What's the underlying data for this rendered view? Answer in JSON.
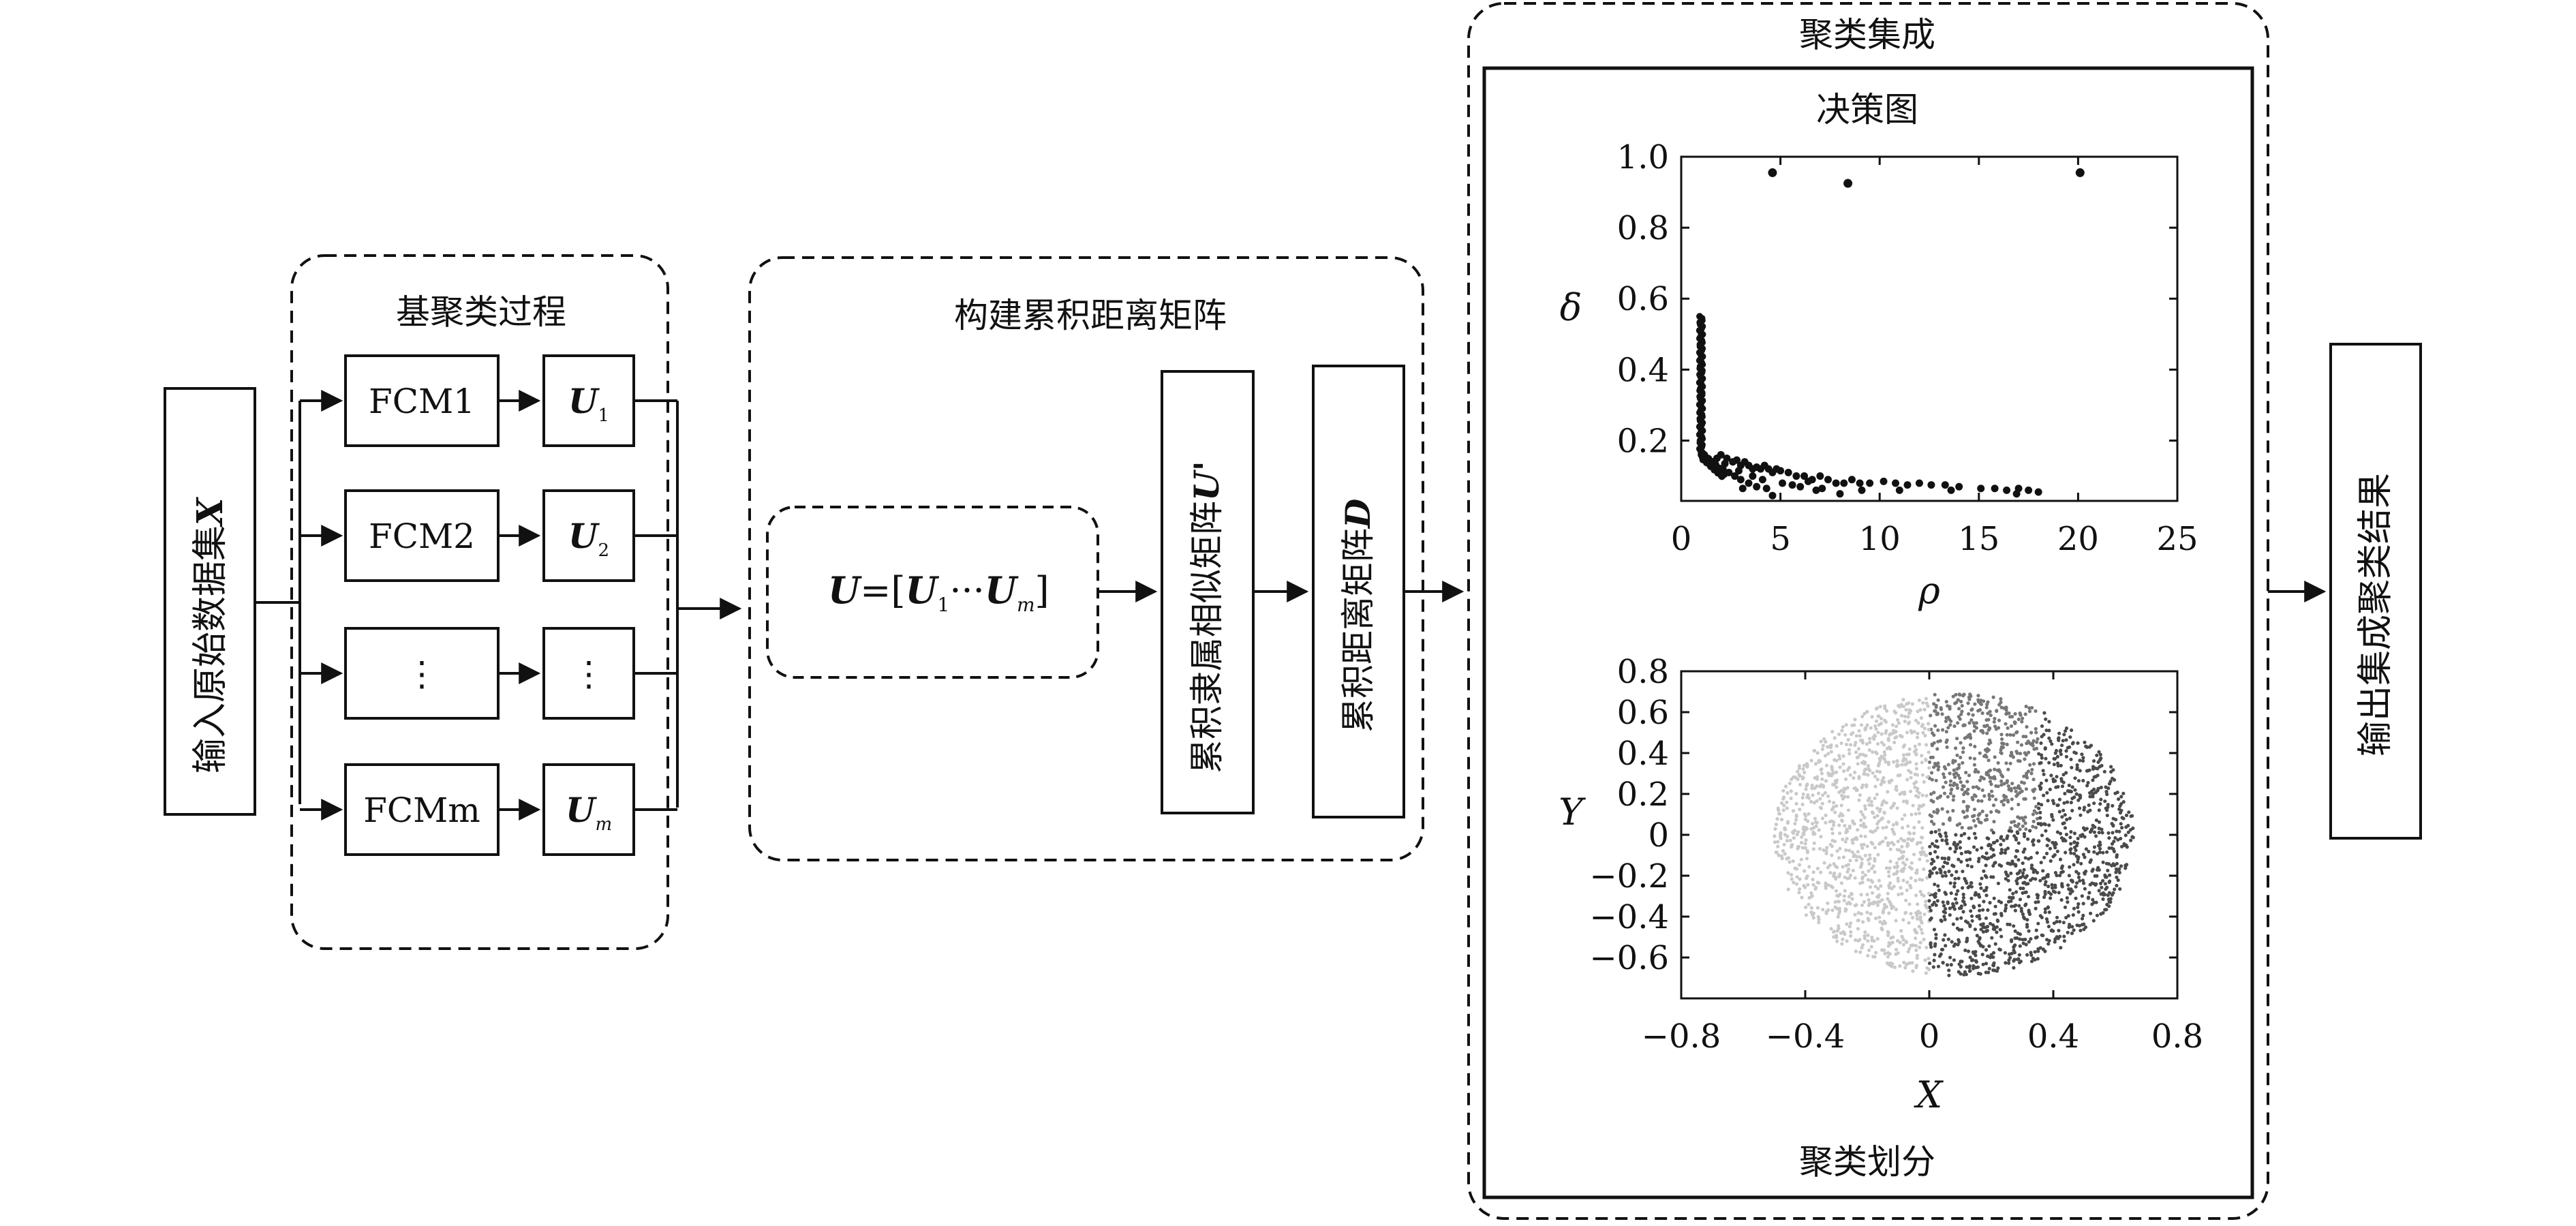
{
  "input_label": "输入原始数据集",
  "input_symbol": "X",
  "base_clustering": {
    "title": "基聚类过程",
    "rows": [
      {
        "fcm": "FCM1",
        "u": "U",
        "sub": "1"
      },
      {
        "fcm": "FCM2",
        "u": "U",
        "sub": "2"
      },
      {
        "fcm": "⋮",
        "u": "⋮",
        "sub": ""
      },
      {
        "fcm": "FCMm",
        "u": "U",
        "sub": "m"
      }
    ]
  },
  "cumulative": {
    "title": "构建累积距离矩阵",
    "formula": {
      "lhs": "U",
      "eq": "=[",
      "u1": "U",
      "s1": "1",
      "dots": "···",
      "um": "U",
      "sm": "m",
      "close": "]"
    },
    "membership_label": "累积隶属相似矩阵",
    "membership_symbol": "U'",
    "distance_label": "累积距离矩阵",
    "distance_symbol": "D"
  },
  "ensemble": {
    "title": "聚类集成",
    "decision_title": "决策图",
    "partition_title": "聚类划分"
  },
  "output_label": "输出集成聚类结果",
  "chart_data": [
    {
      "type": "scatter",
      "title": "决策图",
      "xlabel": "ρ",
      "ylabel": "δ",
      "xlim": [
        0,
        25
      ],
      "ylim": [
        0.03,
        1.0
      ],
      "xticks": [
        "0",
        "5",
        "10",
        "15",
        "20",
        "25"
      ],
      "yticks": [
        "0.2",
        "0.4",
        "0.6",
        "0.8",
        "1.0"
      ],
      "xtick_values": [
        0,
        5,
        10,
        15,
        20,
        25
      ],
      "ytick_values": [
        0.2,
        0.4,
        0.6,
        0.8,
        1.0
      ],
      "highlight_points": [
        [
          4.6,
          0.955
        ],
        [
          8.4,
          0.925
        ],
        [
          20.1,
          0.955
        ]
      ],
      "points": [
        [
          2.0,
          0.16
        ],
        [
          2.3,
          0.15
        ],
        [
          2.6,
          0.14
        ],
        [
          2.8,
          0.145
        ],
        [
          3.0,
          0.13
        ],
        [
          3.2,
          0.14
        ],
        [
          3.4,
          0.13
        ],
        [
          3.6,
          0.12
        ],
        [
          3.8,
          0.125
        ],
        [
          4.0,
          0.12
        ],
        [
          4.2,
          0.13
        ],
        [
          4.4,
          0.12
        ],
        [
          4.6,
          0.11
        ],
        [
          4.8,
          0.12
        ],
        [
          5.0,
          0.115
        ],
        [
          5.4,
          0.11
        ],
        [
          5.8,
          0.1
        ],
        [
          6.2,
          0.1
        ],
        [
          6.6,
          0.09
        ],
        [
          7.0,
          0.1
        ],
        [
          7.4,
          0.09
        ],
        [
          7.8,
          0.08
        ],
        [
          8.2,
          0.08
        ],
        [
          8.6,
          0.09
        ],
        [
          9.0,
          0.08
        ],
        [
          9.5,
          0.08
        ],
        [
          10.2,
          0.085
        ],
        [
          10.8,
          0.08
        ],
        [
          11.4,
          0.075
        ],
        [
          12.0,
          0.08
        ],
        [
          12.6,
          0.075
        ],
        [
          13.3,
          0.075
        ],
        [
          14.0,
          0.07
        ],
        [
          15.1,
          0.065
        ],
        [
          15.8,
          0.065
        ],
        [
          16.4,
          0.06
        ],
        [
          17.0,
          0.065
        ],
        [
          17.5,
          0.06
        ],
        [
          18.0,
          0.055
        ],
        [
          1.6,
          0.14
        ],
        [
          1.8,
          0.15
        ],
        [
          2.1,
          0.12
        ],
        [
          2.4,
          0.11
        ],
        [
          2.7,
          0.1
        ],
        [
          3.0,
          0.09
        ],
        [
          3.4,
          0.08
        ],
        [
          3.8,
          0.07
        ],
        [
          4.3,
          0.065
        ],
        [
          4.6,
          0.045
        ],
        [
          6.0,
          0.07
        ],
        [
          6.8,
          0.06
        ],
        [
          9.1,
          0.06
        ],
        [
          2.2,
          0.135
        ],
        [
          2.9,
          0.115
        ],
        [
          3.6,
          0.1
        ],
        [
          4.1,
          0.09
        ],
        [
          5.1,
          0.08
        ],
        [
          5.6,
          0.075
        ],
        [
          7.1,
          0.065
        ],
        [
          8.0,
          0.05
        ],
        [
          16.9,
          0.05
        ],
        [
          13.6,
          0.06
        ],
        [
          11.0,
          0.06
        ],
        [
          6.4,
          0.085
        ],
        [
          3.1,
          0.065
        ]
      ]
    },
    {
      "type": "scatter",
      "title": "聚类划分",
      "xlabel": "X",
      "ylabel": "Y",
      "xlim": [
        -0.8,
        0.8
      ],
      "ylim": [
        -0.8,
        0.8
      ],
      "xticks": [
        "−0.8",
        "−0.4",
        "0",
        "0.4",
        "0.8"
      ],
      "yticks": [
        "−0.6",
        "−0.4",
        "−0.2",
        "0",
        "0.2",
        "0.4",
        "0.6",
        "0.8"
      ],
      "xtick_values": [
        -0.8,
        -0.4,
        0,
        0.4,
        0.8
      ],
      "ytick_values": [
        -0.6,
        -0.4,
        -0.2,
        0,
        0.2,
        0.4,
        0.6,
        0.8
      ],
      "shape": "ellipse",
      "clusters": [
        {
          "color": "#c9c9c9",
          "region": "left"
        },
        {
          "color": "#777777",
          "region": "upper-right"
        },
        {
          "color": "#4a4a4a",
          "region": "lower-right"
        }
      ]
    }
  ]
}
